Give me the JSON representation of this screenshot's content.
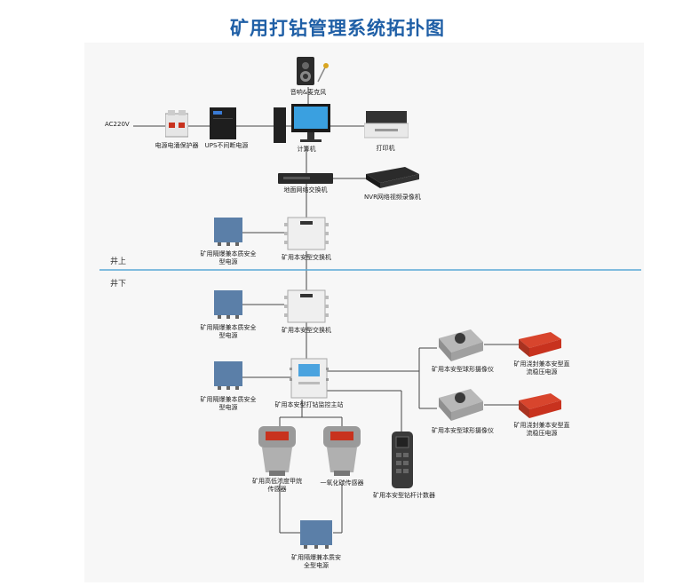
{
  "title": "矿用打钻管理系统拓扑图",
  "zones": {
    "above": "井上",
    "below": "井下"
  },
  "labels": {
    "power_in": "AC220V",
    "speaker_mic": "音响&麦克风",
    "surge_protector": "电源电涌保护器",
    "ups": "UPS不间断电源",
    "computer": "计算机",
    "printer": "打印机",
    "ground_switch": "地面网络交换机",
    "nvr": "NVR网络视频录像机",
    "switch_above": "矿用本安型交换机",
    "psu_above": [
      "矿用隔爆兼本质安全",
      "型电源"
    ],
    "switch_below": "矿用本安型交换机",
    "psu_below_1": [
      "矿用隔爆兼本质安全",
      "型电源"
    ],
    "psu_below_2": [
      "矿用隔爆兼本质安全",
      "型电源"
    ],
    "monitor_host": "矿用本安型打钻监控主站",
    "dome_camera_1": "矿用本安型球形摄像仪",
    "dome_camera_2": "矿用本安型球形摄像仪",
    "dc_psu_1": [
      "矿用浇封兼本安型直",
      "流稳压电源"
    ],
    "dc_psu_2": [
      "矿用浇封兼本安型直",
      "流稳压电源"
    ],
    "methane_sensor": [
      "矿用高低浓度甲烷",
      "传感器"
    ],
    "co_sensor": "一氧化碳传感器",
    "drill_counter": "矿用本安型钻杆计数器",
    "psu_bottom": [
      "矿用隔爆兼本质安",
      "全型电源"
    ]
  },
  "colors": {
    "title": "#1f5fa6",
    "divider": "#5aa9d6",
    "line": "#444444",
    "psu_red": "#c8321e"
  }
}
